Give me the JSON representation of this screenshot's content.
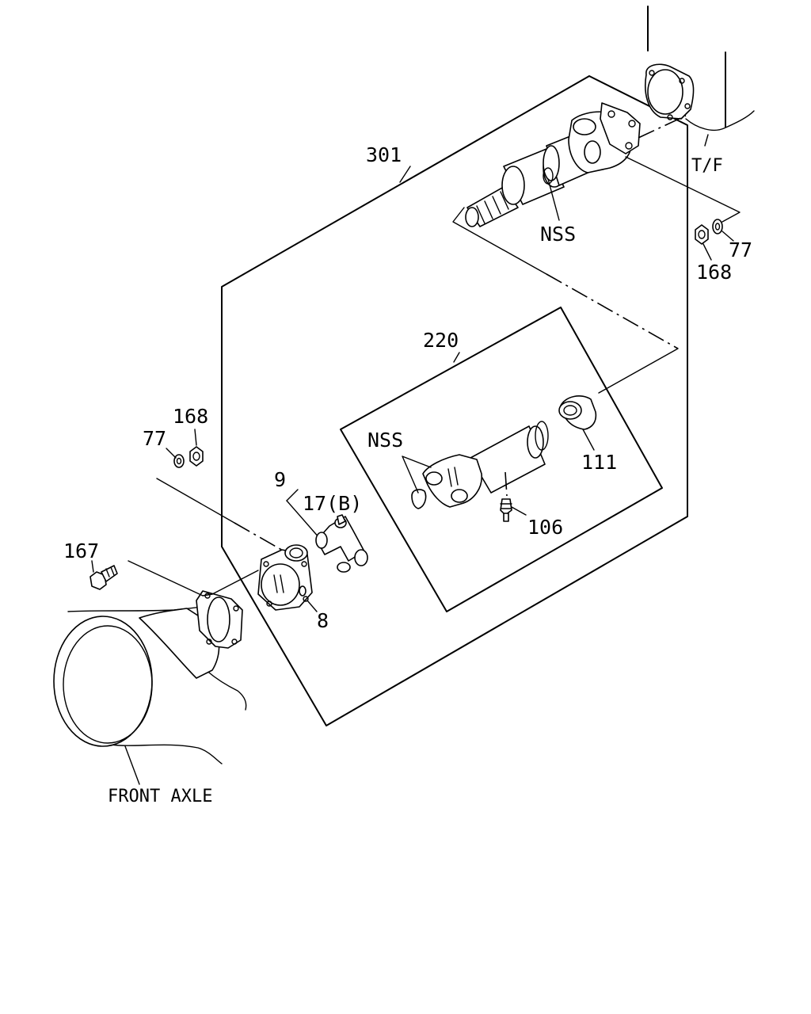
{
  "labels": {
    "assembly_301": "301",
    "transfer_case": "T/F",
    "nss_top": "NSS",
    "part_77_right": "77",
    "part_168_right": "168",
    "assembly_220": "220",
    "nss_mid": "NSS",
    "part_111": "111",
    "part_106": "106",
    "part_168_left": "168",
    "part_77_left": "77",
    "part_9": "9",
    "part_17b": "17(B)",
    "part_167": "167",
    "part_8": "8",
    "front_axle": "FRONT AXLE"
  }
}
